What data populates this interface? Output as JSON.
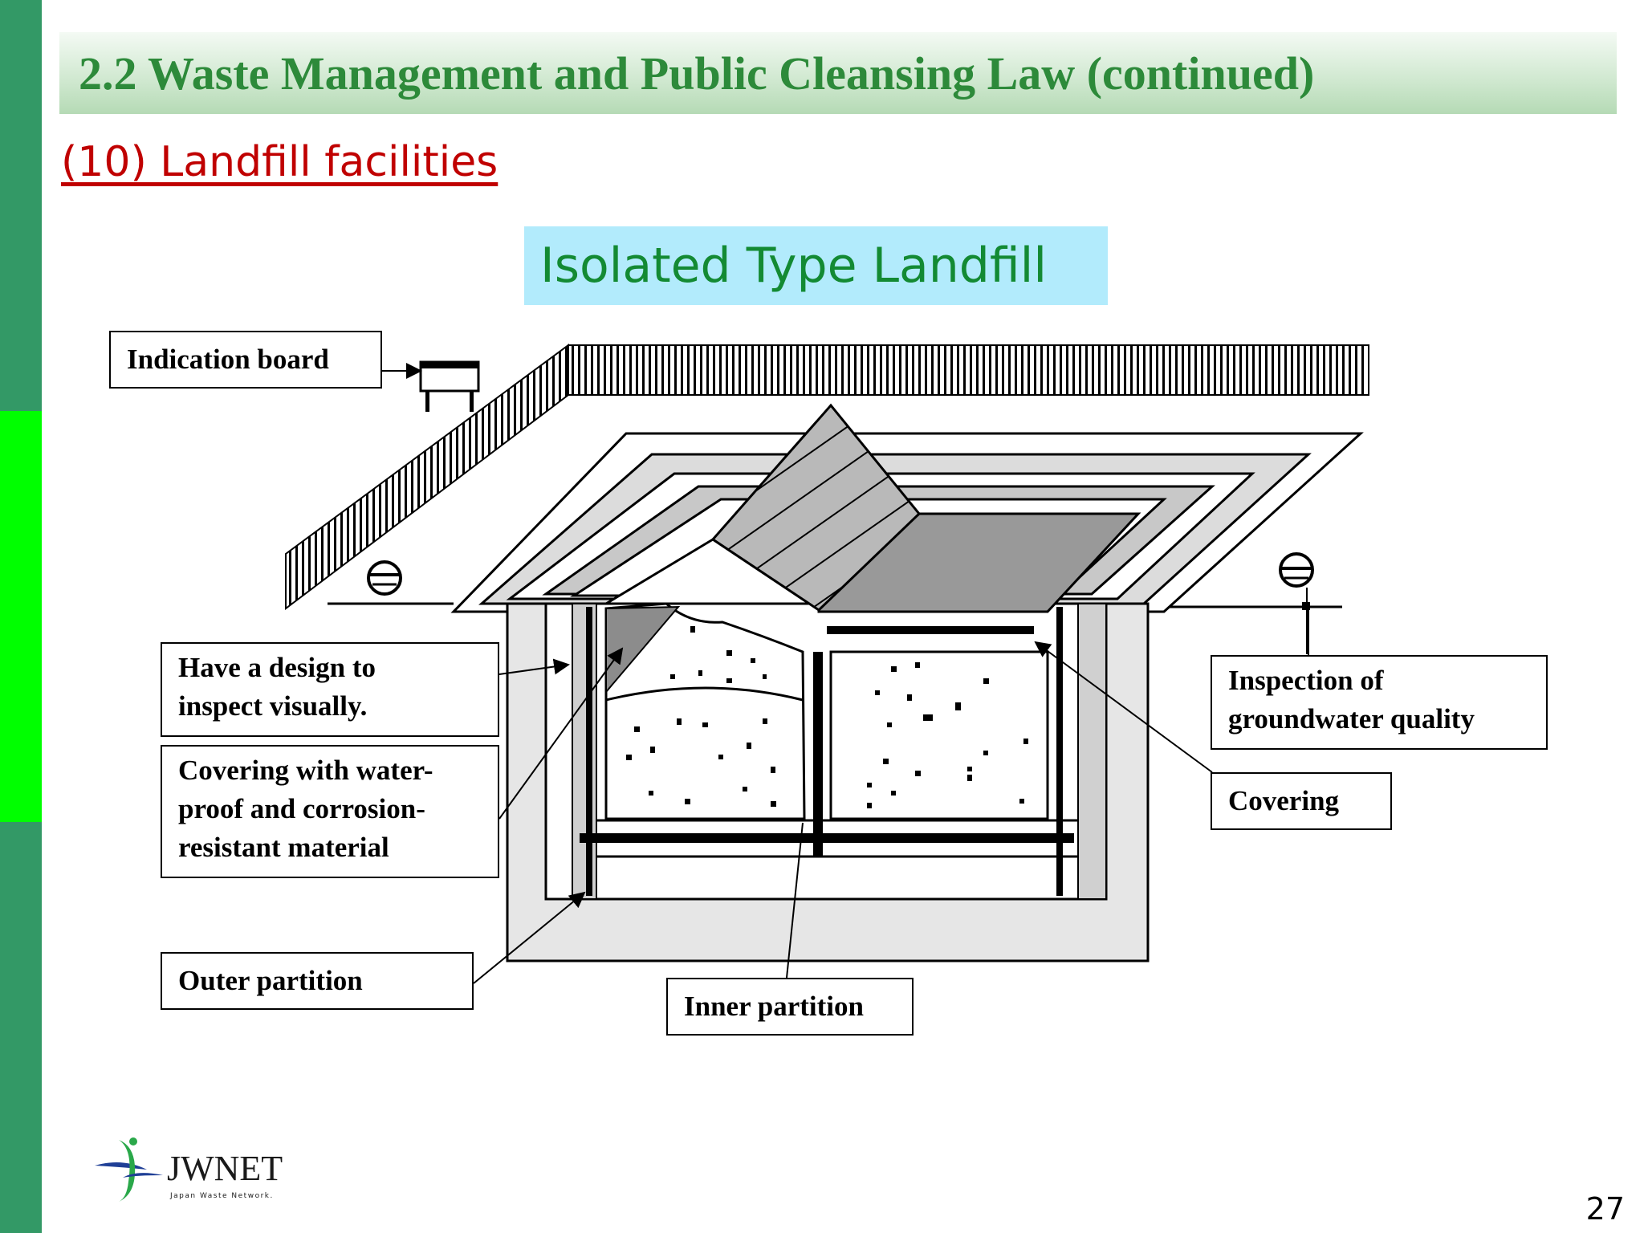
{
  "slide": {
    "title": "2.2 Waste Management and Public Cleansing Law (continued)",
    "subtitle": "(10) Landfill facilities",
    "diagram_title": "Isolated Type Landfill",
    "page_number": "27"
  },
  "callouts": {
    "indication_board": "Indication board",
    "visual_inspection_line1": "Have a design to",
    "visual_inspection_line2": "inspect visually.",
    "covering_material_line1": "Covering with water-",
    "covering_material_line2": "proof and corrosion-",
    "covering_material_line3": "resistant material",
    "outer_partition": "Outer partition",
    "inner_partition": "Inner partition",
    "groundwater_line1": "Inspection of",
    "groundwater_line2": "groundwater quality",
    "covering": "Covering"
  },
  "logo": {
    "name": "JWNET",
    "tagline": "Japan Waste Network."
  },
  "colors": {
    "sidebar": "#339966",
    "sidebar_accent": "#00ff00",
    "title_text": "#2d8a3a",
    "subtitle_text": "#c00000",
    "diagram_title_bg": "#b2ebfc",
    "diagram_title_text": "#138a33",
    "logo_blue": "#1f3f96",
    "logo_green": "#2aa84a"
  }
}
